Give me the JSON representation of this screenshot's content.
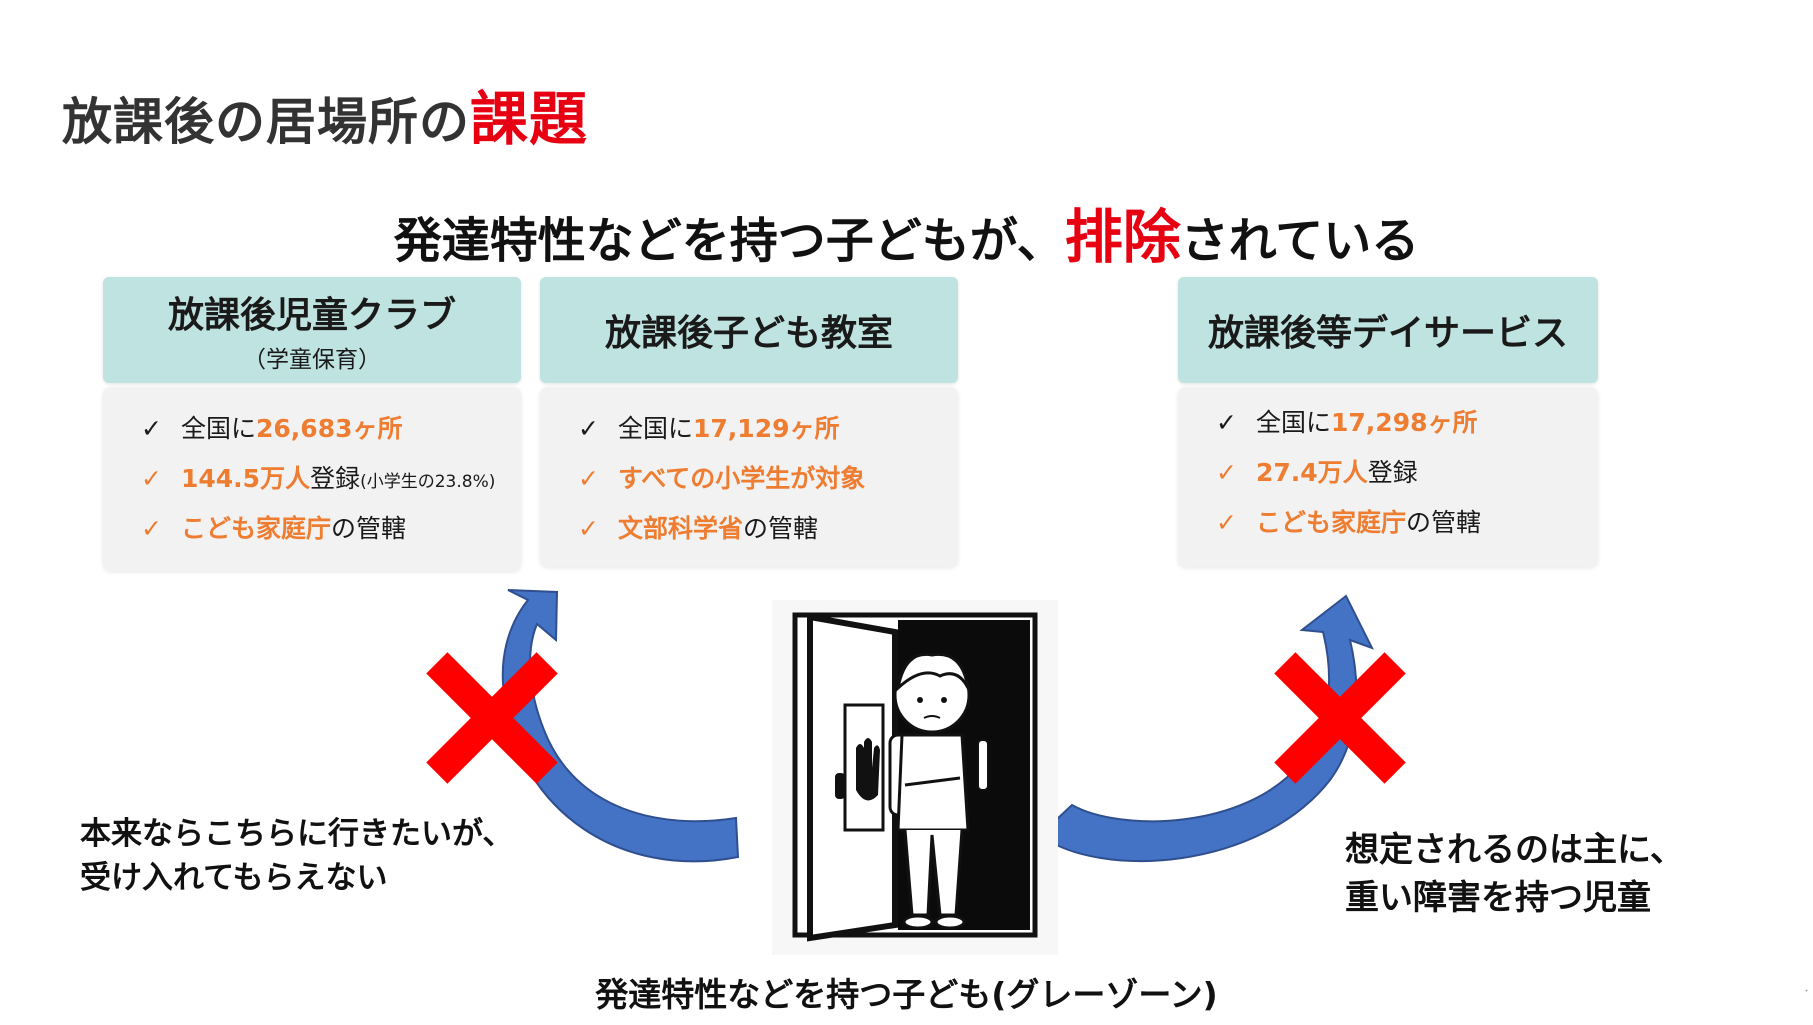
{
  "title": {
    "main": "放課後の居場所の",
    "accent": "課題"
  },
  "subtitle": {
    "before": "発達特性などを持つ子どもが、",
    "accent": "排除",
    "after": "されている"
  },
  "cards": [
    {
      "heading": "放課後児童クラブ",
      "subheading": "（学童保育）",
      "items": [
        {
          "pre": "全国に",
          "highlight": "26,683ヶ所",
          "post": "",
          "note": ""
        },
        {
          "pre": "",
          "highlight": "144.5万人",
          "post": "登録",
          "note": "(小学生の23.8%)"
        },
        {
          "pre": "",
          "highlight": "こども家庭庁",
          "post": "の管轄",
          "note": ""
        }
      ]
    },
    {
      "heading": "放課後子ども教室",
      "subheading": "",
      "items": [
        {
          "pre": "全国に",
          "highlight": "17,129ヶ所",
          "post": "",
          "note": ""
        },
        {
          "pre": "",
          "highlight": "すべての小学生が対象",
          "post": "",
          "note": ""
        },
        {
          "pre": "",
          "highlight": "文部科学省",
          "post": "の管轄",
          "note": ""
        }
      ]
    },
    {
      "heading": "放課後等デイサービス",
      "subheading": "",
      "items": [
        {
          "pre": "全国に",
          "highlight": "17,298ヶ所",
          "post": "",
          "note": ""
        },
        {
          "pre": "",
          "highlight": "27.4万人",
          "post": "登録",
          "note": ""
        },
        {
          "pre": "",
          "highlight": "こども家庭庁",
          "post": "の管轄",
          "note": ""
        }
      ]
    }
  ],
  "check_glyph": "✓",
  "left_caption": [
    "本来ならこちらに行きたいが、",
    "受け入れてもらえない"
  ],
  "right_caption": [
    "想定されるのは主に、",
    "重い障害を持つ児童"
  ],
  "bottom_caption": "発達特性などを持つ子ども(グレーゾーン)",
  "footer_mark": "・",
  "colors": {
    "accent_red": "#e60012",
    "highlight_orange": "#ee7d32",
    "card_head": "#bfe3e0",
    "card_body": "#f2f2f2",
    "arrow_blue": "#4472c4",
    "cross_red": "#ff0000"
  },
  "icons": [
    "check-icon",
    "curved-arrow-icon",
    "cross-mark-icon",
    "child-at-door-illustration"
  ]
}
